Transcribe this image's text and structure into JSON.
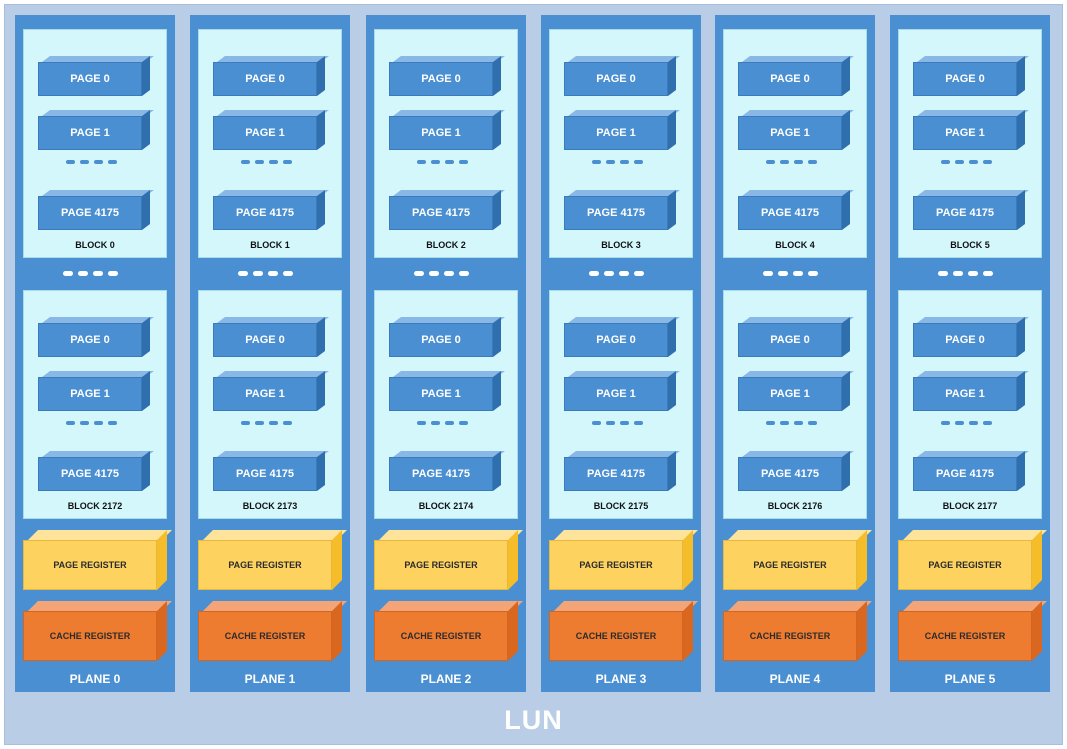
{
  "lun_label": "LUN",
  "planes": [
    {
      "label": "PLANE 0",
      "blocks": [
        "BLOCK 0",
        "BLOCK 2172"
      ]
    },
    {
      "label": "PLANE 1",
      "blocks": [
        "BLOCK 1",
        "BLOCK 2173"
      ]
    },
    {
      "label": "PLANE 2",
      "blocks": [
        "BLOCK 2",
        "BLOCK 2174"
      ]
    },
    {
      "label": "PLANE 3",
      "blocks": [
        "BLOCK 3",
        "BLOCK 2175"
      ]
    },
    {
      "label": "PLANE 4",
      "blocks": [
        "BLOCK 4",
        "BLOCK 2176"
      ]
    },
    {
      "label": "PLANE 5",
      "blocks": [
        "BLOCK 5",
        "BLOCK 2177"
      ]
    }
  ],
  "pages": [
    "PAGE 0",
    "PAGE 1",
    "PAGE 4175"
  ],
  "page_register_label": "PAGE REGISTER",
  "cache_register_label": "CACHE REGISTER",
  "colors": {
    "lun_background": "#b9cde6",
    "plane": "#4a8fd1",
    "block": "#d4f7fb",
    "page": "#4a8fd1",
    "page_register": "#fdd25e",
    "cache_register": "#ee7c30"
  }
}
